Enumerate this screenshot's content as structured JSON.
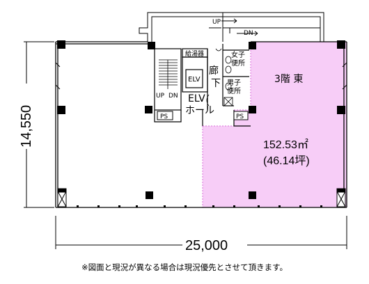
{
  "labels": {
    "up_top": "UP",
    "dn_top": "DN",
    "water_heater": "給湯器",
    "womens_toilet": "女子便所",
    "mens_toilet": "男子便所",
    "corridor": "廊下",
    "elv": "ELV",
    "elv_hall_1": "ELV",
    "elv_hall_2": "ホール",
    "stair_up": "UP",
    "stair_dn": "DN",
    "ps_left": "PS",
    "ps_right": "PS",
    "floor_east": "3階 東",
    "area_m2": "152.53㎡",
    "area_tsubo": "(46.14坪)"
  },
  "dimensions": {
    "height": "14,550",
    "width": "25,000"
  },
  "note": "※図面と現況が異なる場合は現況優先とさせて頂きます。",
  "colors": {
    "highlight": "#f7cdf7",
    "highlight_border": "#d96fd9",
    "wall": "#000000"
  }
}
